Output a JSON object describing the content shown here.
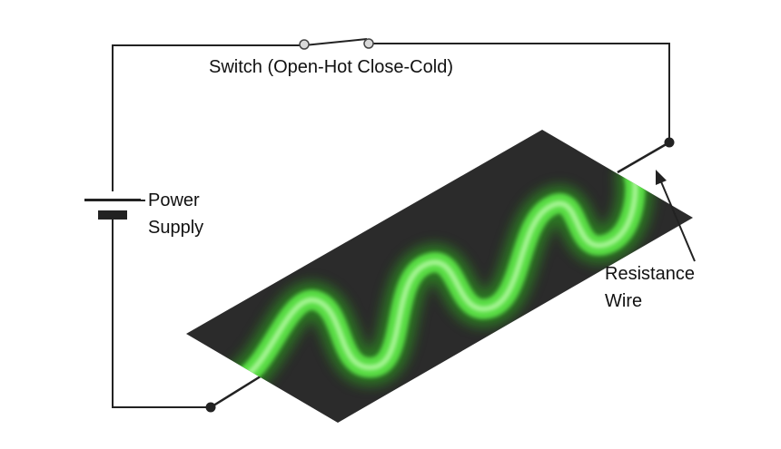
{
  "labels": {
    "switch": "Switch (Open-Hot  Close-Cold)",
    "power_line1": "Power",
    "power_line2": "Supply",
    "resistance_line1": "Resistance",
    "resistance_line2": "Wire"
  },
  "colors": {
    "wire": "#222222",
    "panel": "#2b2b2b",
    "glow": "#5fe84a",
    "glow_core": "#c8ffb8",
    "background": "#ffffff"
  }
}
